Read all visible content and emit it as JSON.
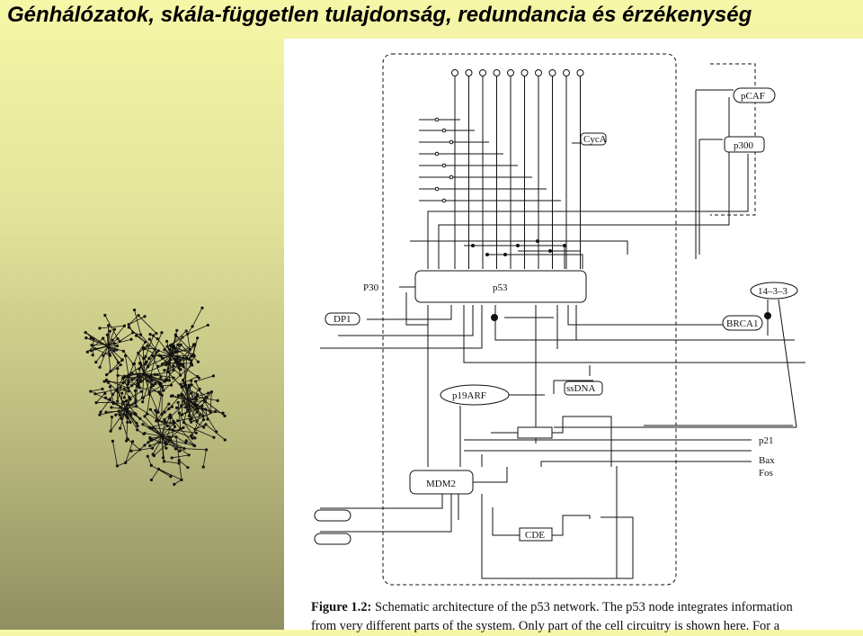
{
  "slide": {
    "title": "Génhálózatok, skála-független tulajdonság, redundancia és érzékenység"
  },
  "figure": {
    "nodes": {
      "p53": "p53",
      "p30": "P30",
      "dp1": "DP1",
      "pcaf": "pCAF",
      "p300": "p300",
      "cyca": "CycA",
      "n1433": "14–3–3",
      "brca1": "BRCA1",
      "p19arf": "p19ARF",
      "ssdna": "ssDNA",
      "p21": "p21",
      "bax": "Bax",
      "fos": "Fos",
      "mdm2": "MDM2",
      "cde": "CDE"
    },
    "caption": {
      "label": "Figure 1.2:",
      "line1": " Schematic architecture of the p53 network. The p53 node integrates information",
      "line2": "from very different parts of the system. Only part of the cell circuitry is shown here. For a"
    }
  },
  "colors": {
    "background_top": "#f7f7a8",
    "background_bottom": "#8f8f62",
    "line": "#111111"
  }
}
